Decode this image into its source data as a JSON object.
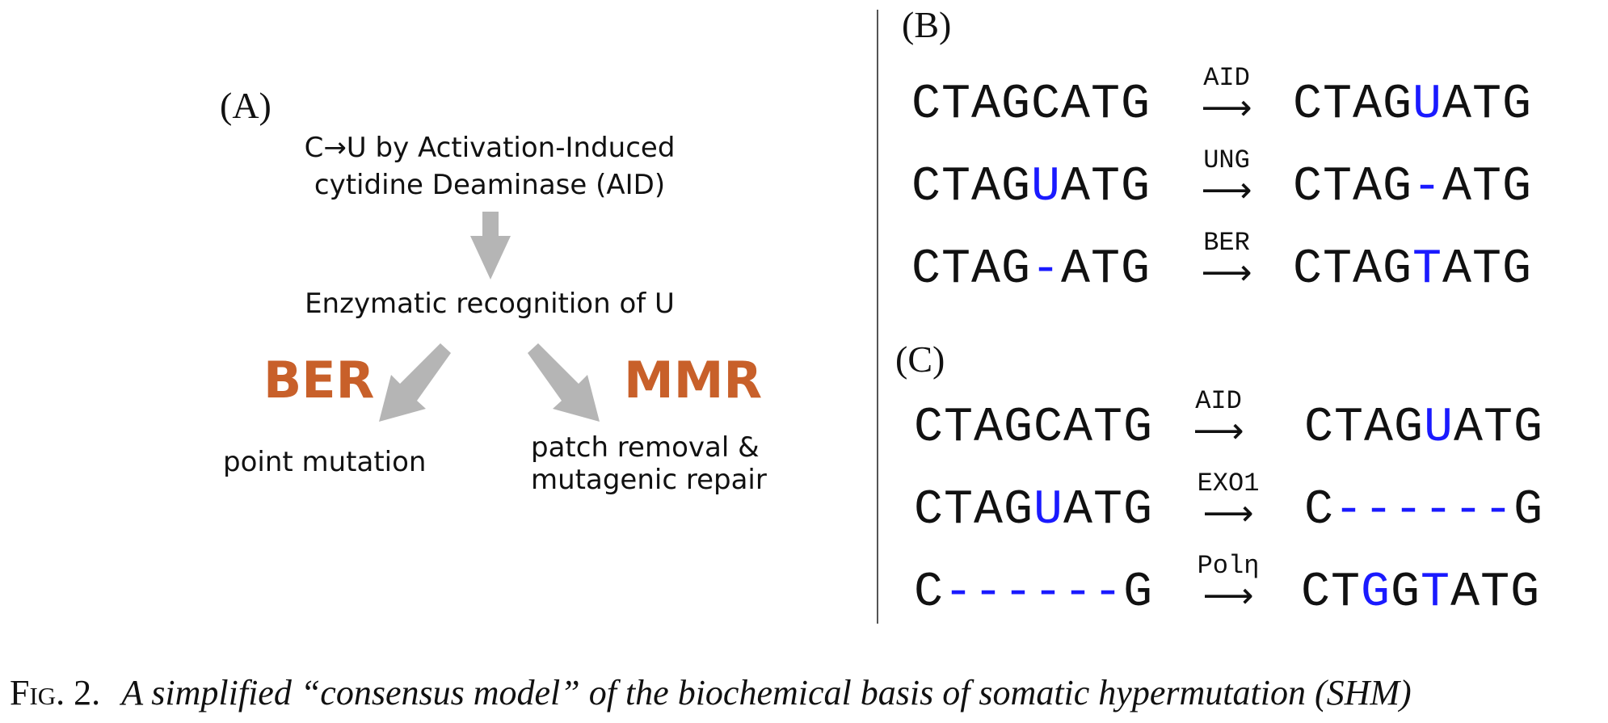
{
  "panel_a": {
    "label": "(A)",
    "step1_line1": "C→U by Activation-Induced",
    "step1_line2": "cytidine Deaminase (AID)",
    "step2": "Enzymatic recognition of U",
    "left_pathway": "BER",
    "right_pathway": "MMR",
    "left_outcome": "point mutation",
    "right_outcome_line1": "patch removal &",
    "right_outcome_line2": "mutagenic repair",
    "pathway_color": "#c8602a",
    "arrow_color": "#b5b5b5"
  },
  "panel_b": {
    "label": "(B)",
    "rows": [
      {
        "from": [
          {
            "t": "CTAGCATG",
            "h": false
          }
        ],
        "enzyme": "AID",
        "to": [
          {
            "t": "CTAG",
            "h": false
          },
          {
            "t": "U",
            "h": true
          },
          {
            "t": "ATG",
            "h": false
          }
        ]
      },
      {
        "from": [
          {
            "t": "CTAG",
            "h": false
          },
          {
            "t": "U",
            "h": true
          },
          {
            "t": "ATG",
            "h": false
          }
        ],
        "enzyme": "UNG",
        "to": [
          {
            "t": "CTAG",
            "h": false
          },
          {
            "t": "-",
            "h": true
          },
          {
            "t": "ATG",
            "h": false
          }
        ]
      },
      {
        "from": [
          {
            "t": "CTAG",
            "h": false
          },
          {
            "t": "-",
            "h": true
          },
          {
            "t": "ATG",
            "h": false
          }
        ],
        "enzyme": "BER",
        "to": [
          {
            "t": "CTAG",
            "h": false
          },
          {
            "t": "T",
            "h": true
          },
          {
            "t": "ATG",
            "h": false
          }
        ]
      }
    ]
  },
  "panel_c": {
    "label": "(C)",
    "rows": [
      {
        "from": [
          {
            "t": "CTAGCATG",
            "h": false
          }
        ],
        "enzyme": "AID",
        "to": [
          {
            "t": "CTAG",
            "h": false
          },
          {
            "t": "U",
            "h": true
          },
          {
            "t": "ATG",
            "h": false
          }
        ]
      },
      {
        "from": [
          {
            "t": "CTAG",
            "h": false
          },
          {
            "t": "U",
            "h": true
          },
          {
            "t": "ATG",
            "h": false
          }
        ],
        "enzyme": "EXO1",
        "to": [
          {
            "t": "C",
            "h": false
          },
          {
            "t": "------",
            "h": true
          },
          {
            "t": "G",
            "h": false
          }
        ]
      },
      {
        "from": [
          {
            "t": "C",
            "h": false
          },
          {
            "t": "------",
            "h": true
          },
          {
            "t": "G",
            "h": false
          }
        ],
        "enzyme": "Polη",
        "to": [
          {
            "t": "CT",
            "h": false
          },
          {
            "t": "G",
            "h": true
          },
          {
            "t": "G",
            "h": false
          },
          {
            "t": "T",
            "h": true
          },
          {
            "t": "ATG",
            "h": false
          }
        ]
      }
    ]
  },
  "sequence_highlight_color": "#1a1aff",
  "reaction_arrow": "⟶",
  "caption": {
    "figure_label": "Fig. 2.",
    "text": "A simplified “consensus model” of the biochemical basis of somatic hypermutation (SHM)"
  }
}
